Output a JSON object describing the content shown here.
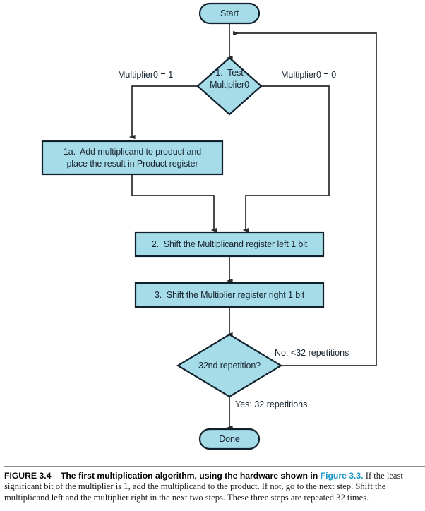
{
  "figure": {
    "nodes": {
      "start": {
        "id": "start",
        "shape": "terminator",
        "label": "Start"
      },
      "test": {
        "id": "test",
        "shape": "decision",
        "label_line1": "1.  Test",
        "label_line2": "Multiplier0"
      },
      "add": {
        "id": "add",
        "shape": "process",
        "label_line1": "1a.  Add multiplicand to product and",
        "label_line2": "place the result in Product register"
      },
      "shift_multiplicand": {
        "id": "shift_multiplicand",
        "shape": "process",
        "label": "2.  Shift the Multiplicand register left 1 bit"
      },
      "shift_multiplier": {
        "id": "shift_multiplier",
        "shape": "process",
        "label": "3.  Shift the Multiplier register right 1 bit"
      },
      "repeat": {
        "id": "repeat",
        "shape": "decision",
        "label": "32nd repetition?"
      },
      "done": {
        "id": "done",
        "shape": "terminator",
        "label": "Done"
      }
    },
    "edge_labels": {
      "multiplier0_is_1": "Multiplier0 = 1",
      "multiplier0_is_0": "Multiplier0 = 0",
      "no_under_32": "No: <32 repetitions",
      "yes_32": "Yes: 32 repetitions"
    },
    "colors": {
      "node_fill": "#a6dbe8",
      "node_stroke": "#10202c",
      "text": "#16242f",
      "line": "#2b2b2b",
      "caption_rule": "#8d8d8d",
      "caption_ref": "#1a97c8"
    }
  },
  "caption": {
    "figure_number": "FIGURE 3.4",
    "title": "The first multiplication algorithm, using the hardware shown in",
    "reference": "Figure 3.3.",
    "body": "If the least significant bit of the multiplier is 1, add the multiplicand to the product. If not, go to the next step. Shift the multiplicand left and the multiplier right in the next two steps. These three steps are repeated 32 times."
  }
}
